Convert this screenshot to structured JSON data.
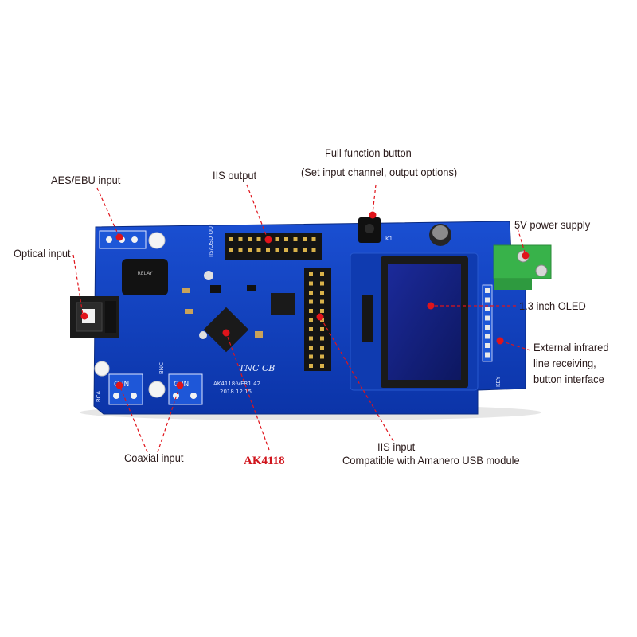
{
  "labels": {
    "full_function_button": "Full function button",
    "full_function_note": "(Set input channel, output options)",
    "iis_output": "IIS output",
    "aes_ebu_input": "AES/EBU input",
    "optical_input": "Optical input",
    "power_supply": "5V power supply",
    "oled": "1.3 inch OLED",
    "external_ir_line1": "External infrared",
    "external_ir_line2": "line receiving,",
    "external_ir_line3": "button interface",
    "coaxial_input": "Coaxial input",
    "chip_name": "AK4118",
    "iis_input": "IIS input",
    "iis_input_note": "Compatible with Amanero USB module"
  },
  "board": {
    "silkscreen_brand": "TNC CB",
    "silkscreen_version": "AK4118-VER1.42",
    "silkscreen_date": "2018.12.15",
    "silk_iis_out": "IIS/OSD OUT",
    "silk_rca": "RCA",
    "silk_bnc": "BNC",
    "silk_key": "KEY",
    "silk_k1": "K1",
    "terminal_rca": "G IN",
    "terminal_bnc": "G IN",
    "relay_text": "RELAY"
  },
  "colors": {
    "pcb": "#0f3fc0",
    "pcb_dark": "#0a2c8c",
    "leader": "#e0141b",
    "label_text": "#2a1a1a",
    "terminal_green": "#38b24a"
  }
}
